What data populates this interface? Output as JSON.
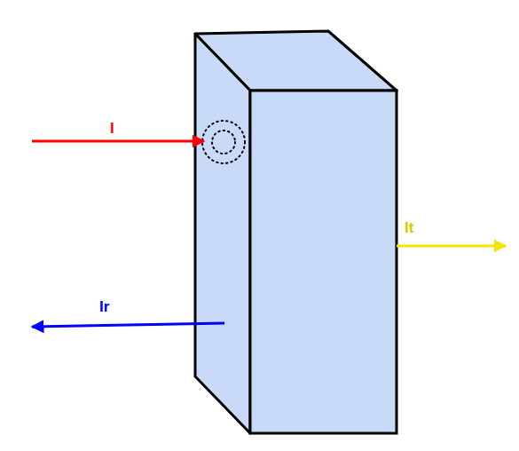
{
  "diagram": {
    "labels": [
      "I",
      "Ir",
      "It"
    ]
  }
}
